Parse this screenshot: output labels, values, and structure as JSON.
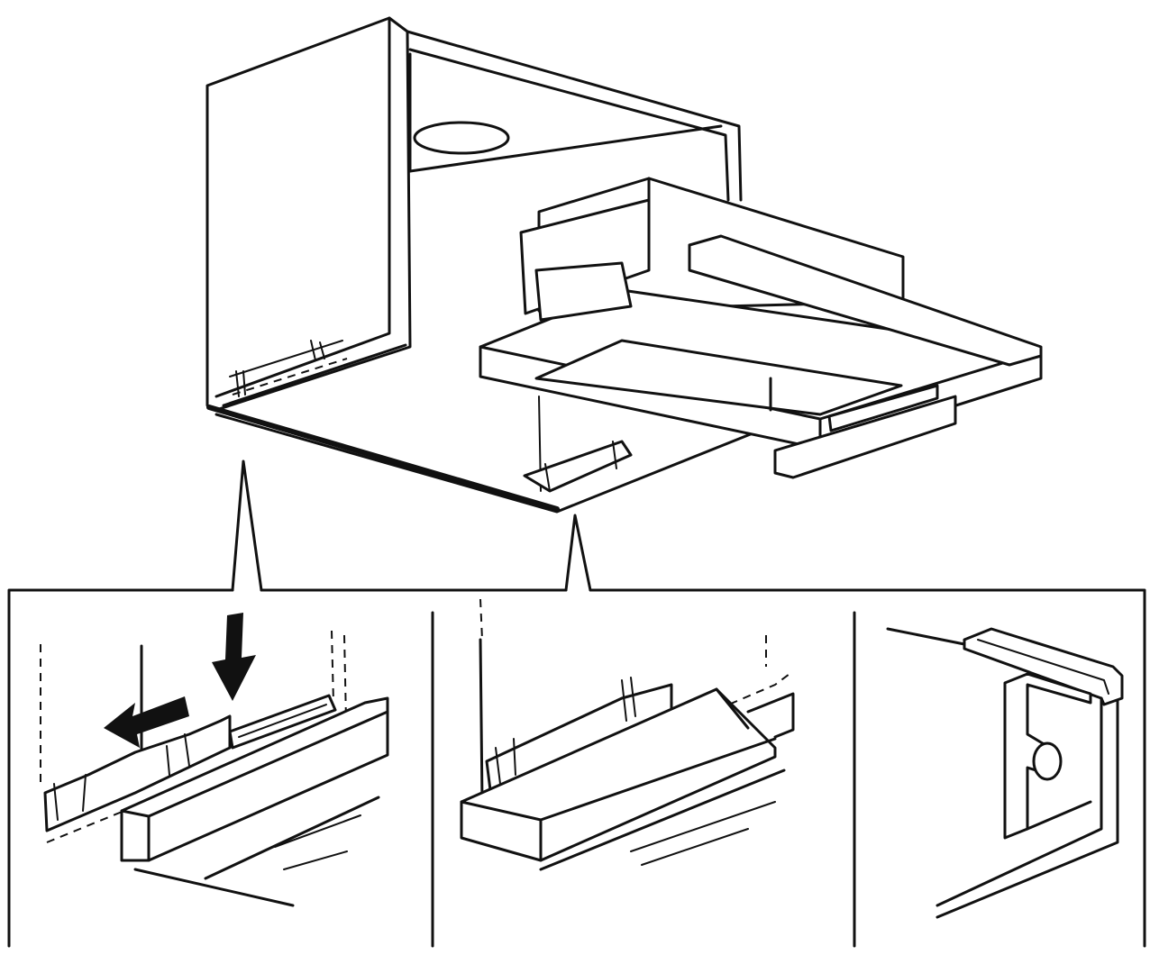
{
  "figure": {
    "main_view": "cabinet-with-telescopic-hood",
    "detail_panels": [
      "detail-front-bracket-slide",
      "detail-rear-bracket",
      "detail-side-clip"
    ],
    "icons": [
      "arrow-left-icon",
      "arrow-down-icon"
    ],
    "colors": {
      "line": "#111111",
      "background": "#ffffff"
    }
  }
}
